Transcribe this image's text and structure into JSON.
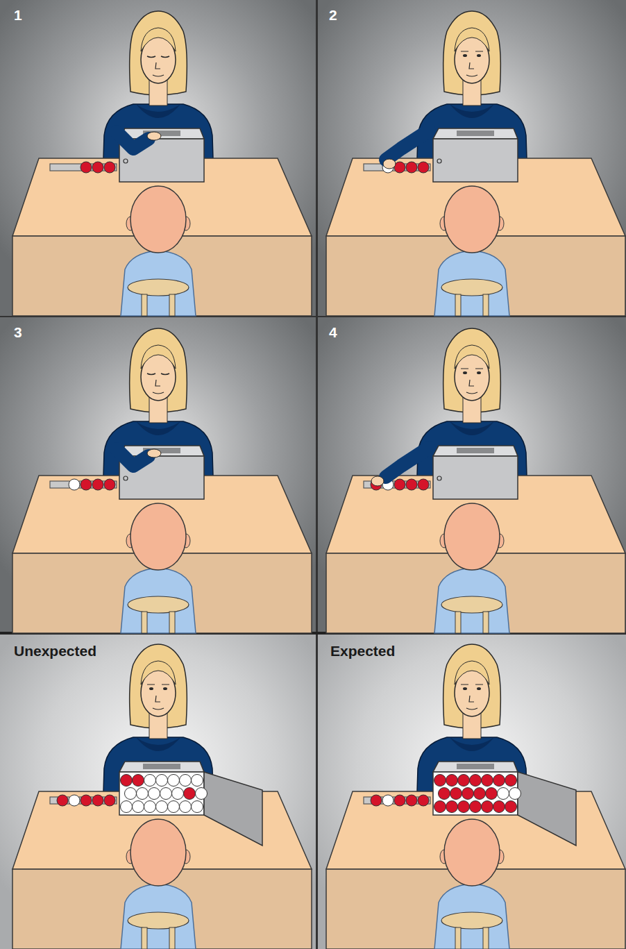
{
  "diagram": {
    "labels": [
      "1",
      "2",
      "3",
      "4",
      "Unexpected",
      "Expected"
    ]
  }
}
